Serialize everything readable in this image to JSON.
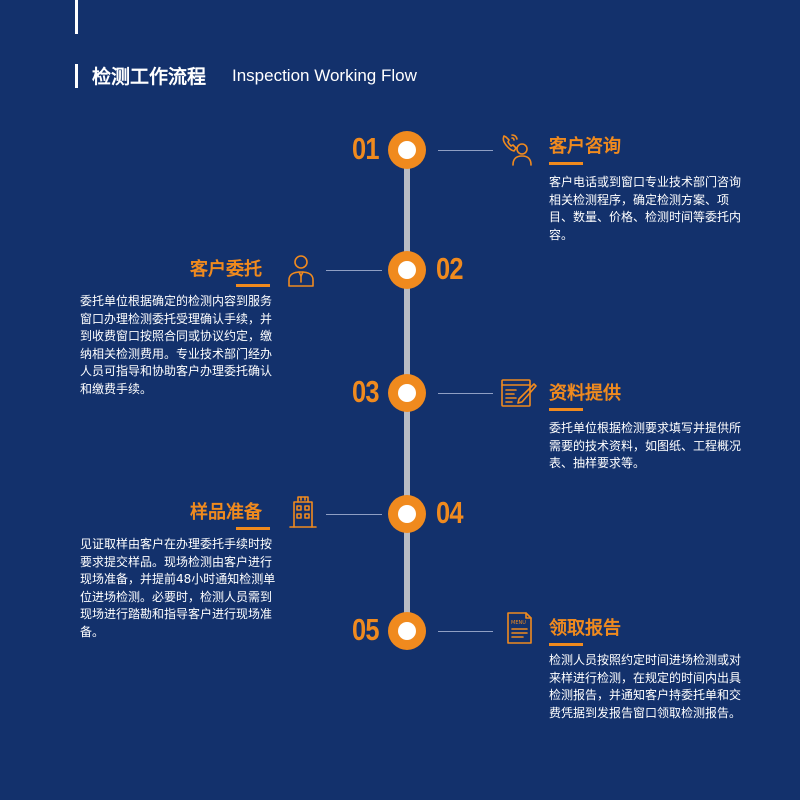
{
  "header": {
    "title_cn": "检测工作流程",
    "title_en": "Inspection Working Flow"
  },
  "colors": {
    "background": "#13316c",
    "accent": "#f08a1e",
    "line": "#b9bcc4",
    "text": "#ffffff"
  },
  "steps": [
    {
      "number": "01",
      "title": "客户咨询",
      "icon": "phone-user-icon",
      "description": "客户电话或到窗口专业技术部门咨询相关检测程序，确定检测方案、项目、数量、价格、检测时间等委托内容。"
    },
    {
      "number": "02",
      "title": "客户委托",
      "icon": "business-person-icon",
      "description": "委托单位根据确定的检测内容到服务窗口办理检测委托受理确认手续，并到收费窗口按照合同或协议约定，缴纳相关检测费用。专业技术部门经办人员可指导和协助客户办理委托确认和缴费手续。"
    },
    {
      "number": "03",
      "title": "资料提供",
      "icon": "document-pen-icon",
      "description": "委托单位根据检测要求填写并提供所需要的技术资料，如图纸、工程概况表、抽样要求等。"
    },
    {
      "number": "04",
      "title": "样品准备",
      "icon": "building-icon",
      "description": "见证取样由客户在办理委托手续时按要求提交样品。现场检测由客户进行现场准备，并提前48小时通知检测单位进场检测。必要时，检测人员需到现场进行踏勘和指导客户进行现场准备。"
    },
    {
      "number": "05",
      "title": "领取报告",
      "icon": "menu-report-icon",
      "description": "检测人员按照约定时间进场检测或对来样进行检测，在规定的时间内出具检测报告，并通知客户持委托单和交费凭据到发报告窗口领取检测报告。"
    }
  ]
}
